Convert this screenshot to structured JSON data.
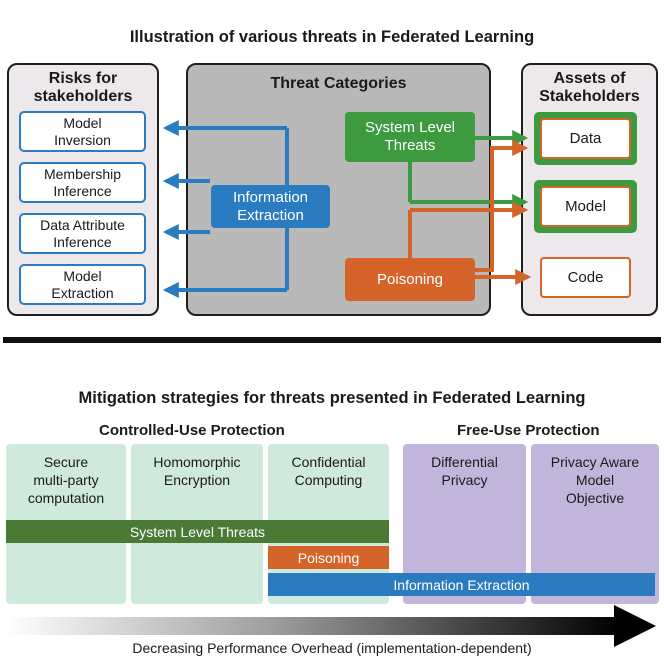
{
  "top": {
    "title": "Illustration of various threats in Federated Learning",
    "risks": {
      "title_line1": "Risks for",
      "title_line2": "stakeholders",
      "items": [
        {
          "line1": "Model",
          "line2": "Inversion"
        },
        {
          "line1": "Membership",
          "line2": "Inference"
        },
        {
          "line1": "Data Attribute",
          "line2": "Inference"
        },
        {
          "line1": "Model",
          "line2": "Extraction"
        }
      ]
    },
    "threats": {
      "title": "Threat Categories",
      "info_extraction": {
        "line1": "Information",
        "line2": "Extraction"
      },
      "system_level": {
        "line1": "System Level",
        "line2": "Threats"
      },
      "poisoning": "Poisoning"
    },
    "assets": {
      "title_line1": "Assets of",
      "title_line2": "Stakeholders",
      "items": [
        "Data",
        "Model",
        "Code"
      ]
    }
  },
  "bottom": {
    "title": "Mitigation strategies for threats presented in Federated Learning",
    "controlled_label": "Controlled-Use Protection",
    "free_label": "Free-Use Protection",
    "columns": [
      {
        "line1": "Secure",
        "line2": "multi-party",
        "line3": "computation"
      },
      {
        "line1": "Homomorphic",
        "line2": "Encryption",
        "line3": ""
      },
      {
        "line1": "Confidential",
        "line2": "Computing",
        "line3": ""
      },
      {
        "line1": "Differential",
        "line2": "Privacy",
        "line3": ""
      },
      {
        "line1": "Privacy Aware",
        "line2": "Model",
        "line3": "Objective"
      }
    ],
    "bars": {
      "system_level": "System Level Threats",
      "poisoning": "Poisoning",
      "info_extraction": "Information Extraction"
    },
    "overhead_label": "Decreasing Performance Overhead (implementation-dependent)"
  },
  "colors": {
    "blue": "#2b7bc1",
    "green": "#3d9a3f",
    "orange": "#d4642a",
    "dark_green": "#4a7a34",
    "teal_bg": "#cfe9dc",
    "violet_bg": "#c2b5dc"
  }
}
